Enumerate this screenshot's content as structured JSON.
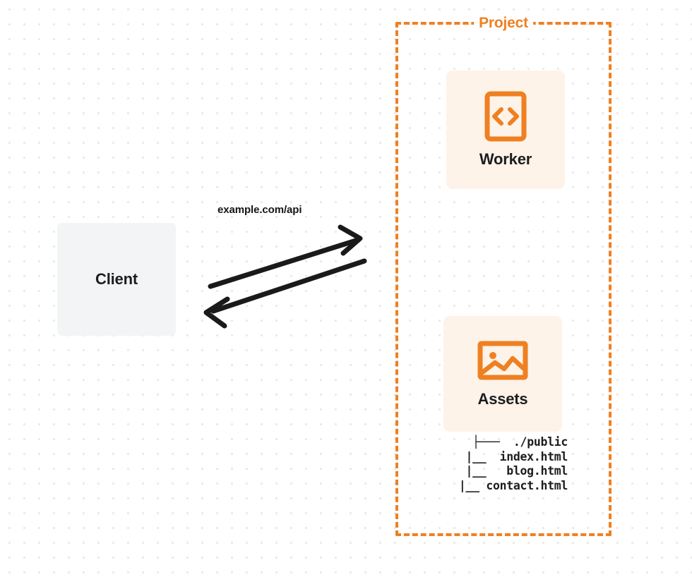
{
  "diagram": {
    "type": "architecture-diagram",
    "background": "dotted-grid",
    "colors": {
      "accent": "#ef8022",
      "card_background": "#fdf3e8",
      "client_background": "#f3f4f6",
      "text": "#1d1d1f",
      "grid_dot": "#e9e9ec"
    }
  },
  "client": {
    "label": "Client"
  },
  "connection": {
    "label": "example.com/api",
    "direction": "bidirectional",
    "arrow_color": "#1a1a1a"
  },
  "project": {
    "title": "Project",
    "nodes": [
      {
        "id": "worker",
        "label": "Worker",
        "icon": "code-brackets-icon"
      },
      {
        "id": "assets",
        "label": "Assets",
        "icon": "image-picture-icon"
      }
    ],
    "file_tree": {
      "lines": [
        "├───  ./public",
        "   |__  index.html",
        "   |__   blog.html",
        "   |__ contact.html"
      ],
      "text": "├───  ./public\n   |__  index.html\n   |__   blog.html\n   |__ contact.html"
    }
  }
}
